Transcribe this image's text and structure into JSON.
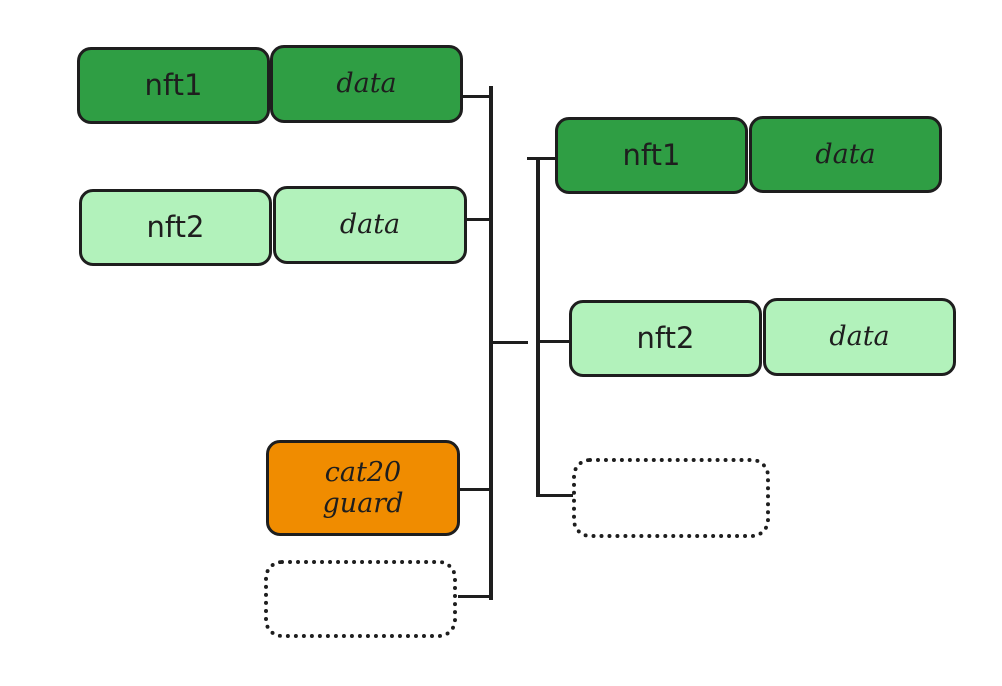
{
  "left_group": {
    "rows": [
      {
        "name": "nft1",
        "data": "data",
        "color": "#2f9e44"
      },
      {
        "name": "nft2",
        "data": "data",
        "color": "#b2f2bb"
      }
    ],
    "guard": {
      "line1": "cat20",
      "line2": "guard",
      "color": "#f08c00"
    },
    "empty_slot": ""
  },
  "right_group": {
    "rows": [
      {
        "name": "nft1",
        "data": "data",
        "color": "#2f9e44"
      },
      {
        "name": "nft2",
        "data": "data",
        "color": "#b2f2bb"
      }
    ],
    "empty_slot": ""
  }
}
